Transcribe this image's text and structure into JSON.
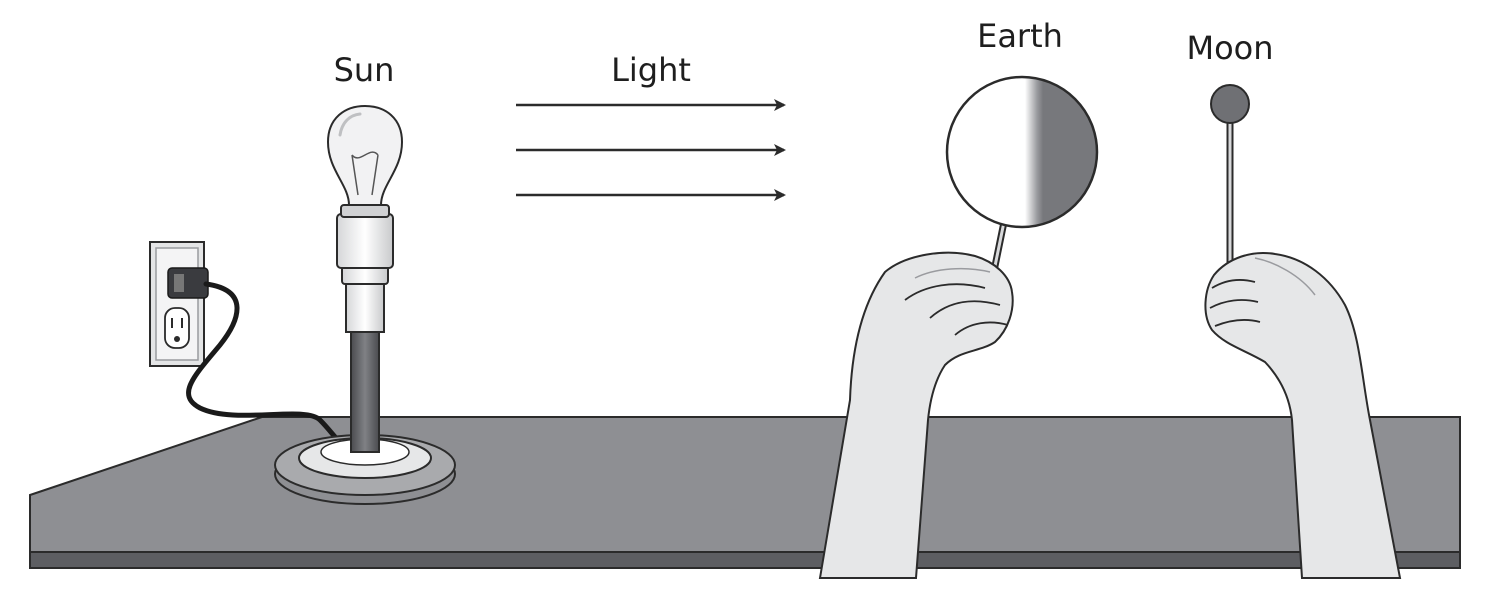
{
  "labels": {
    "sun": "Sun",
    "light": "Light",
    "earth": "Earth",
    "moon": "Moon"
  },
  "colors": {
    "table_top": "#8e8f93",
    "table_edge": "#5d5e62",
    "earth_light": "#ffffff",
    "earth_shadow": "#77787c",
    "moon": "#6f7074",
    "skin": "#e6e7e8",
    "outline": "#2b2b2b"
  },
  "icons": [
    "lamp-icon",
    "outlet-icon",
    "plug-icon",
    "hand-icon",
    "arrow-icon"
  ]
}
